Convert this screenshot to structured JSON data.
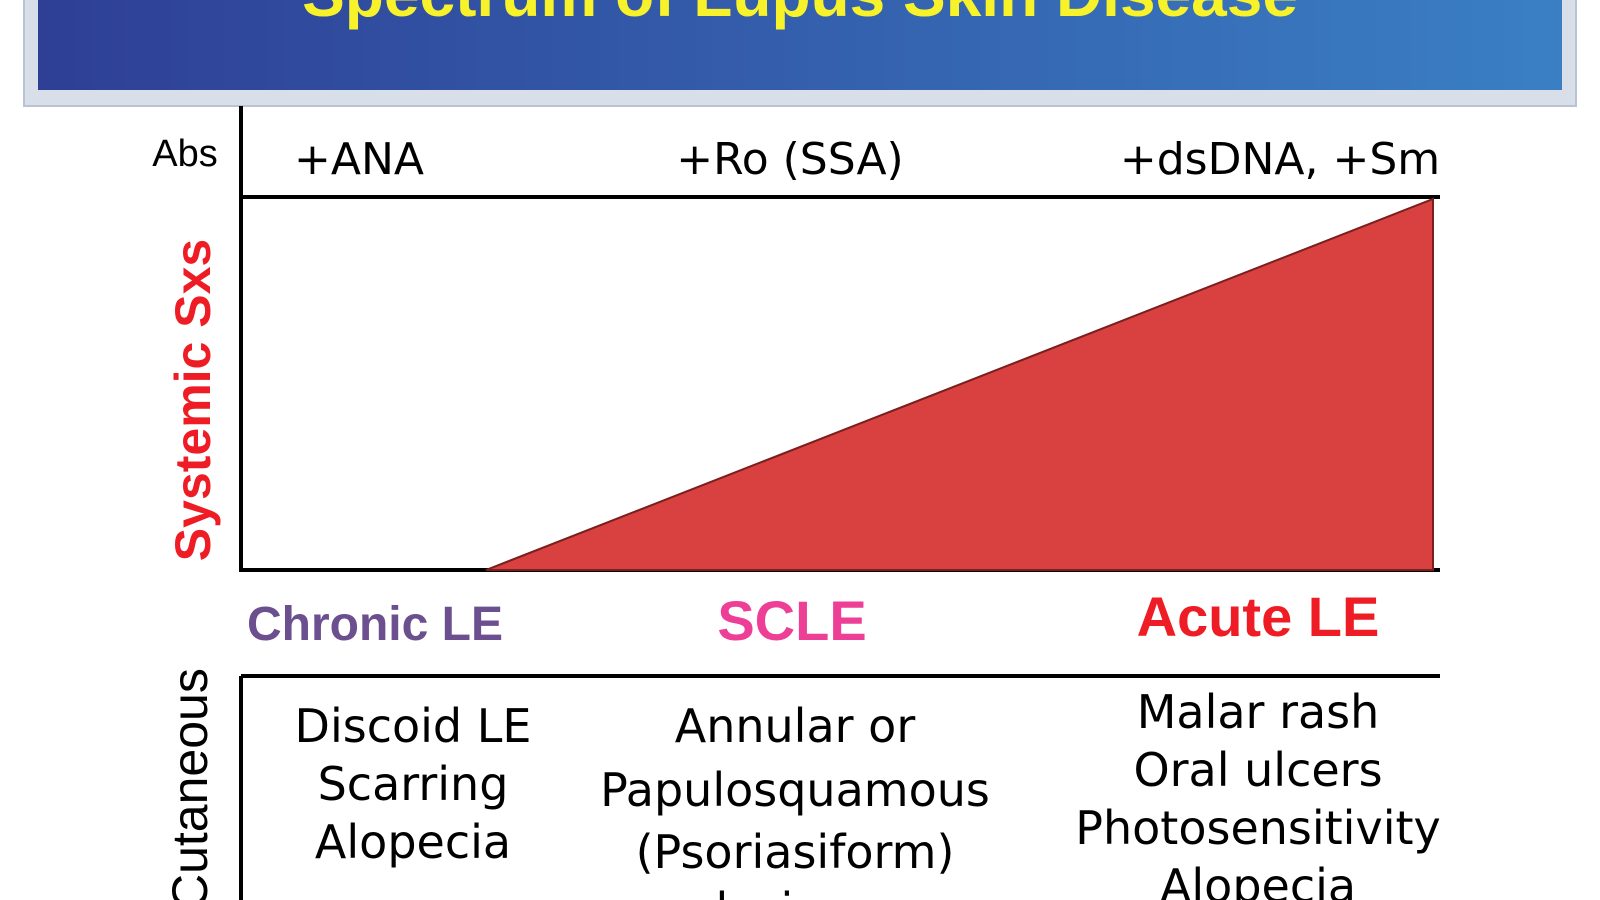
{
  "title": "Spectrum of Lupus Skin Disease",
  "colors": {
    "banner_left": "#2e3f95",
    "banner_right": "#3a7fc4",
    "title_text": "#f7f22a",
    "triangle_fill": "#d94040",
    "chronic": "#6b4f8e",
    "scle": "#ee3f97",
    "acute": "#ee1c24",
    "systemic_label": "#ee1c24"
  },
  "antibodies": {
    "label": "Abs",
    "items": [
      "+ANA",
      "+Ro (SSA)",
      "+dsDNA, +Sm"
    ]
  },
  "systemic_axis_label": "Systemic Sxs",
  "systemic_scale": {
    "description_level": "systemic symptoms rise from none at the Chronic LE end to maximum at the Acute LE end"
  },
  "categories": [
    {
      "name": "Chronic LE"
    },
    {
      "name": "SCLE"
    },
    {
      "name": "Acute LE"
    }
  ],
  "cutaneous_axis_label": "Cutaneous",
  "cutaneous_features": [
    {
      "lines": [
        "Discoid LE",
        "Scarring",
        "Alopecia"
      ]
    },
    {
      "lines": [
        "Annular or",
        "Papulosquamous",
        "(Psoriasiform)",
        "lesions"
      ]
    },
    {
      "lines": [
        "Malar rash",
        "Oral ulcers",
        "Photosensitivity",
        "Alopecia"
      ]
    }
  ]
}
